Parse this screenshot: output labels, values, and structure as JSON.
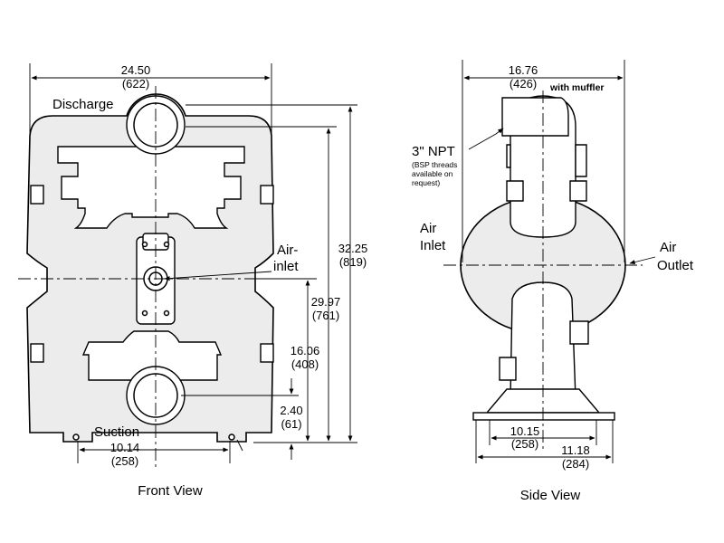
{
  "front": {
    "width_in": "24.50",
    "width_mm": "(622)",
    "discharge_label": "Discharge",
    "air_inlet_l1": "Air-",
    "air_inlet_l2": "inlet",
    "h_total_in": "32.25",
    "h_total_mm": "(819)",
    "h_discharge_in": "29.97",
    "h_discharge_mm": "(761)",
    "h_air_in": "16.06",
    "h_air_mm": "(408)",
    "h_suction_in": "2.40",
    "h_suction_mm": "(61)",
    "suction_label": "Suction",
    "base_in": "10.14",
    "base_mm": "(258)",
    "caption": "Front View"
  },
  "side": {
    "width_in": "16.76",
    "width_mm": "(426)",
    "muffler_label": "with muffler",
    "npt_label": "3\" NPT",
    "bsp_l1": "(BSP threads",
    "bsp_l2": "available on",
    "bsp_l3": "request)",
    "air_inlet_l1": "Air",
    "air_inlet_l2": "Inlet",
    "air_outlet_l1": "Air",
    "air_outlet_l2": "Outlet",
    "base_in": "10.15",
    "base_mm": "(258)",
    "foot_in": "11.18",
    "foot_mm": "(284)",
    "caption": "Side View"
  }
}
